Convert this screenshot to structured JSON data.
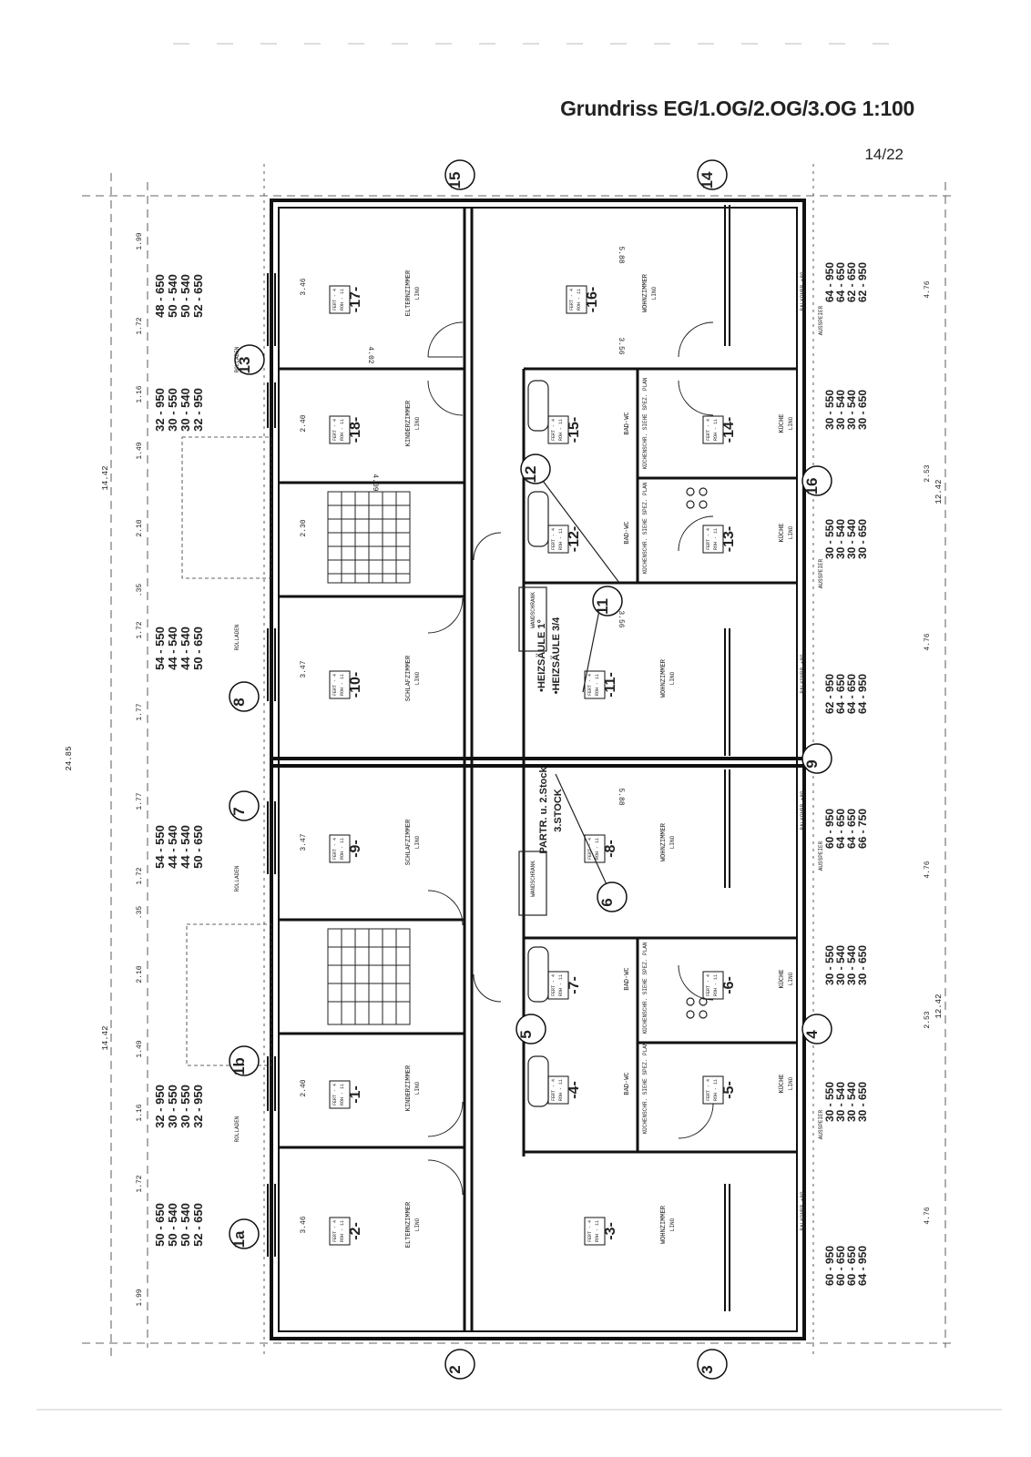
{
  "header": {
    "title": "Grundriss EG/1.OG/2.OG/3.OG 1:100",
    "page": "14/22"
  },
  "axes": {
    "top": [
      "15",
      "14"
    ],
    "bottom": [
      "2",
      "3"
    ],
    "left": [
      "13",
      "8",
      "7",
      "1b",
      "1a"
    ],
    "right": [
      "16",
      "9",
      "4"
    ],
    "inner": [
      "12",
      "11",
      "6",
      "5"
    ]
  },
  "rooms": [
    {
      "no": "-17-",
      "name": "ELTERNZIMMER",
      "floor": "LINO",
      "tag": "FERT - 4\nROH - 11"
    },
    {
      "no": "-18-",
      "name": "KINDERZIMMER",
      "floor": "LINO",
      "tag": "FERT - 4\nROH - 11"
    },
    {
      "no": "-16-",
      "name": "WOHNZIMMER",
      "floor": "LINO",
      "tag": "FERT - 4\nROH - 11"
    },
    {
      "no": "-15-",
      "name": "BAD-WC",
      "floor": "",
      "tag": "FERT - 4\nROH - 11"
    },
    {
      "no": "-14-",
      "name": "KÜCHE",
      "floor": "LINO",
      "tag": "FERT - 4\nROH - 11"
    },
    {
      "no": "-12-",
      "name": "BAD-WC",
      "floor": "",
      "tag": "FERT - 4\nROH - 11"
    },
    {
      "no": "-13-",
      "name": "KÜCHE",
      "floor": "LINO",
      "tag": "FERT - 4\nROH - 11"
    },
    {
      "no": "-10-",
      "name": "SCHLAFZIMMER",
      "floor": "LINO",
      "tag": "FERT - 4\nROH - 11"
    },
    {
      "no": "-11-",
      "name": "WOHNZIMMER",
      "floor": "LINO",
      "tag": "FERT - 4\nROH - 11"
    },
    {
      "no": "-9-",
      "name": "SCHLAFZIMMER",
      "floor": "LINO",
      "tag": "FERT - 4\nROH - 11"
    },
    {
      "no": "-8-",
      "name": "WOHNZIMMER",
      "floor": "LINO",
      "tag": "FERT - 4\nROH - 11"
    },
    {
      "no": "-7-",
      "name": "BAD-WC",
      "floor": "",
      "tag": "FERT - 4\nROH - 11"
    },
    {
      "no": "-6-",
      "name": "KÜCHE",
      "floor": "LINO",
      "tag": "FERT - 4\nROH - 11"
    },
    {
      "no": "-1-",
      "name": "KINDERZIMMER",
      "floor": "LINO",
      "tag": "FERT - 4\nROH - 11"
    },
    {
      "no": "-4-",
      "name": "BAD-WC",
      "floor": "",
      "tag": "FERT - 4\nROH - 11"
    },
    {
      "no": "-5-",
      "name": "KÜCHE",
      "floor": "LINO",
      "tag": "FERT - 4\nROH - 11"
    },
    {
      "no": "-2-",
      "name": "ELTERNZIMMER",
      "floor": "LINO",
      "tag": "FERT - 4\nROH - 11"
    },
    {
      "no": "-3-",
      "name": "WOHNZIMMER",
      "floor": "LINO",
      "tag": "FERT - 4\nROH - 11"
    }
  ],
  "labels": {
    "wandschrank": "WANDSCHRANK",
    "rolladen": "ROLLADEN",
    "ausspeier": "AUSSPEIER",
    "balkon": "BALKONBR.+80",
    "heizsaeule1": "•HEIZSÄULE 1°",
    "heizsaeule2": "•HEIZSÄULE 3/4",
    "part_note": "PARTR. u. 2.Stock",
    "stock3": "3.STOCK",
    "kuechenschrank": "KÜCHENSCHR. SIEHE SPEZ. PLAN"
  },
  "window_codes": {
    "left": [
      [
        "48 - 650",
        "50 - 540",
        "50 - 540",
        "52 - 650"
      ],
      [
        "32 - 950",
        "30 - 550",
        "30 - 540",
        "32 - 950"
      ],
      [
        "54 - 550",
        "44 - 540",
        "44 - 540",
        "50 - 650"
      ],
      [
        "54 - 550",
        "44 - 540",
        "44 - 540",
        "50 - 650"
      ],
      [
        "32 - 950",
        "30 - 550",
        "30 - 550",
        "32 - 950"
      ],
      [
        "50 - 650",
        "50 - 540",
        "50 - 540",
        "52 - 650"
      ]
    ],
    "right": [
      [
        "64 - 950",
        "64 - 650",
        "62 - 650",
        "62 - 950"
      ],
      [
        "30 - 550",
        "30 - 540",
        "30 - 540",
        "30 - 650"
      ],
      [
        "30 - 550",
        "30 - 540",
        "30 - 540",
        "30 - 650"
      ],
      [
        "62 - 950",
        "64 - 650",
        "64 - 650",
        "64 - 950"
      ],
      [
        "60 - 950",
        "64 - 650",
        "64 - 650",
        "66 - 750"
      ],
      [
        "30 - 550",
        "30 - 540",
        "30 - 540",
        "30 - 650"
      ],
      [
        "30 - 550",
        "30 - 540",
        "30 - 540",
        "30 - 650"
      ],
      [
        "60 - 950",
        "60 - 650",
        "60 - 650",
        "64 - 950"
      ]
    ]
  },
  "dimensions": {
    "overall": "24.85",
    "left_segments": [
      "14.42",
      "14.42"
    ],
    "right_segments": [
      "12.42",
      "12.42"
    ],
    "left_chain": [
      "1.99",
      "1.72",
      "1.16",
      "1.49",
      "2.10",
      ".35",
      "1.72",
      "1.77",
      "1.77",
      "1.72",
      ".35",
      "2.10",
      "1.49",
      "1.16",
      "1.72",
      "1.99"
    ],
    "right_chain": [
      "4.76",
      "2.53",
      "4.76",
      "4.76",
      "2.53",
      "4.76"
    ],
    "room_depths": [
      "3.46",
      "2.40",
      "2.30",
      "3.47",
      "3.47",
      "2.40",
      "3.46"
    ],
    "room_lengths": [
      "4.02",
      "4.09",
      "5.88",
      "3.56",
      "3.56",
      "5.88"
    ]
  }
}
